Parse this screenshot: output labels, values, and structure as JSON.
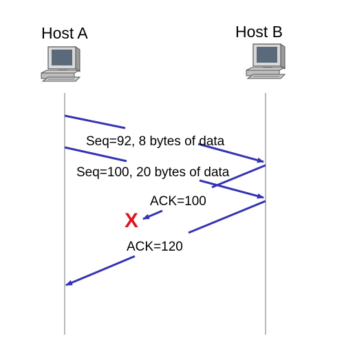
{
  "diagram": {
    "hosts": [
      {
        "id": "A",
        "label": "Host A"
      },
      {
        "id": "B",
        "label": "Host B"
      }
    ],
    "messages": [
      {
        "label": "Seq=92, 8 bytes of data",
        "from": "A",
        "to": "B",
        "lost": false
      },
      {
        "label": "Seq=100, 20 bytes of data",
        "from": "A",
        "to": "B",
        "lost": false
      },
      {
        "label": "ACK=100",
        "from": "B",
        "to": "A",
        "lost": true
      },
      {
        "label": "ACK=120",
        "from": "B",
        "to": "A",
        "lost": false
      }
    ],
    "loss_marker": "X",
    "colors": {
      "arrow": "#3434b4",
      "loss": "#e0141e",
      "timeline": "#8a8a8a"
    }
  }
}
